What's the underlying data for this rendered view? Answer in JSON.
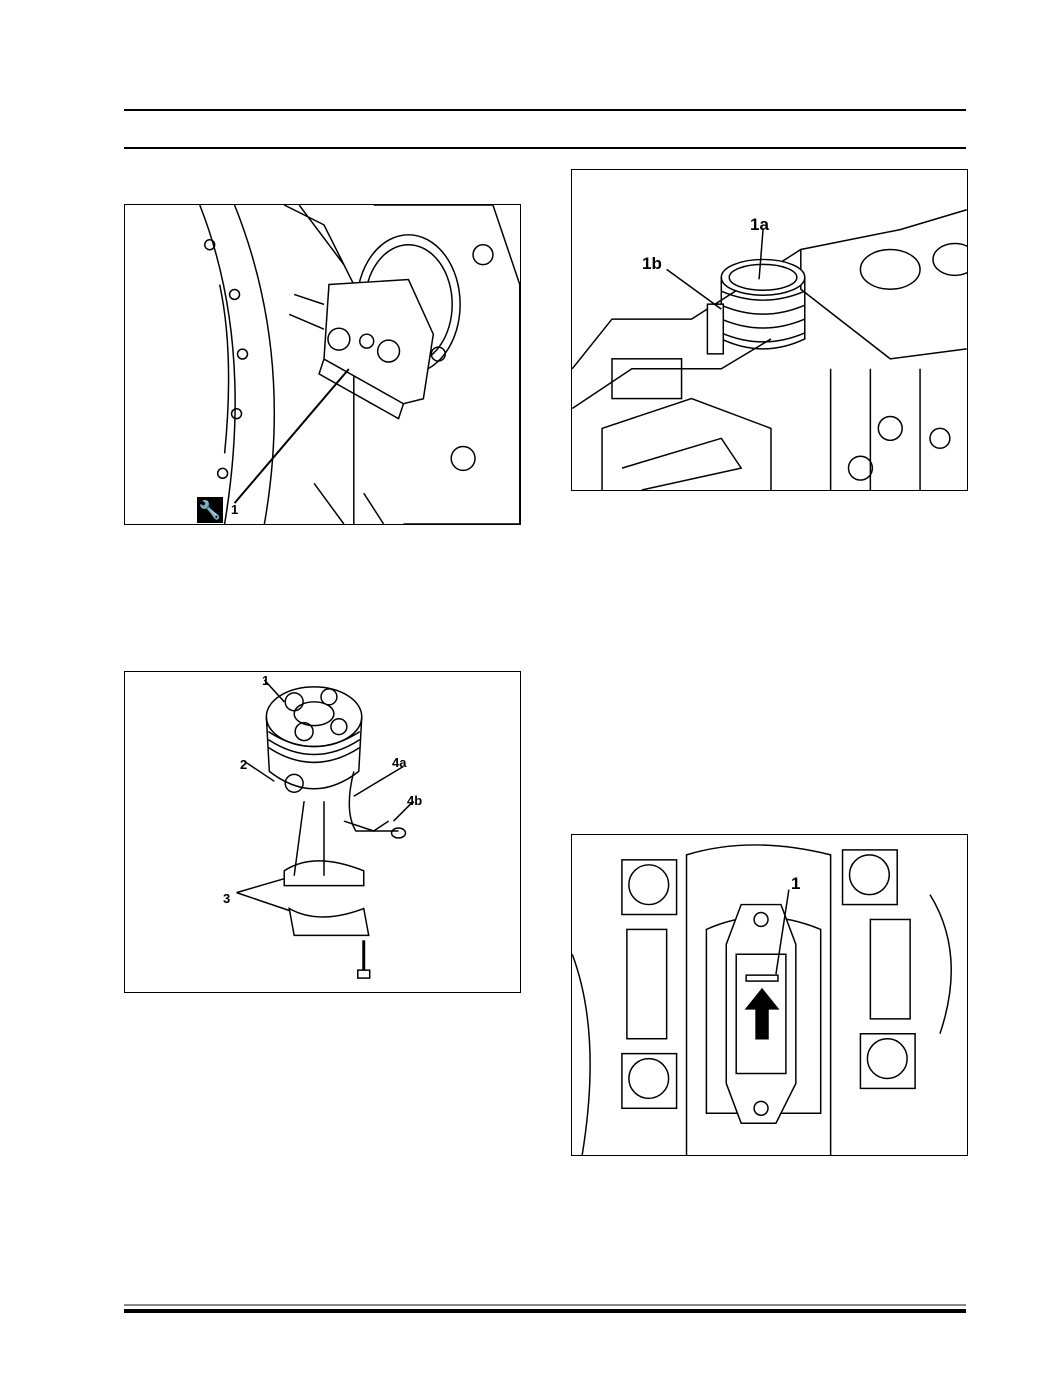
{
  "figures": {
    "flywheel_lock": {
      "callouts": [
        "1"
      ],
      "icon": "wrench-icon"
    },
    "ring_compressor": {
      "callouts": [
        "1a",
        "1b"
      ]
    },
    "piston_assembly": {
      "callouts": [
        "1",
        "2",
        "3",
        "4a",
        "4b"
      ]
    },
    "bearing_cap": {
      "callouts": [
        "1"
      ],
      "icon": "arrow-up-icon"
    }
  }
}
